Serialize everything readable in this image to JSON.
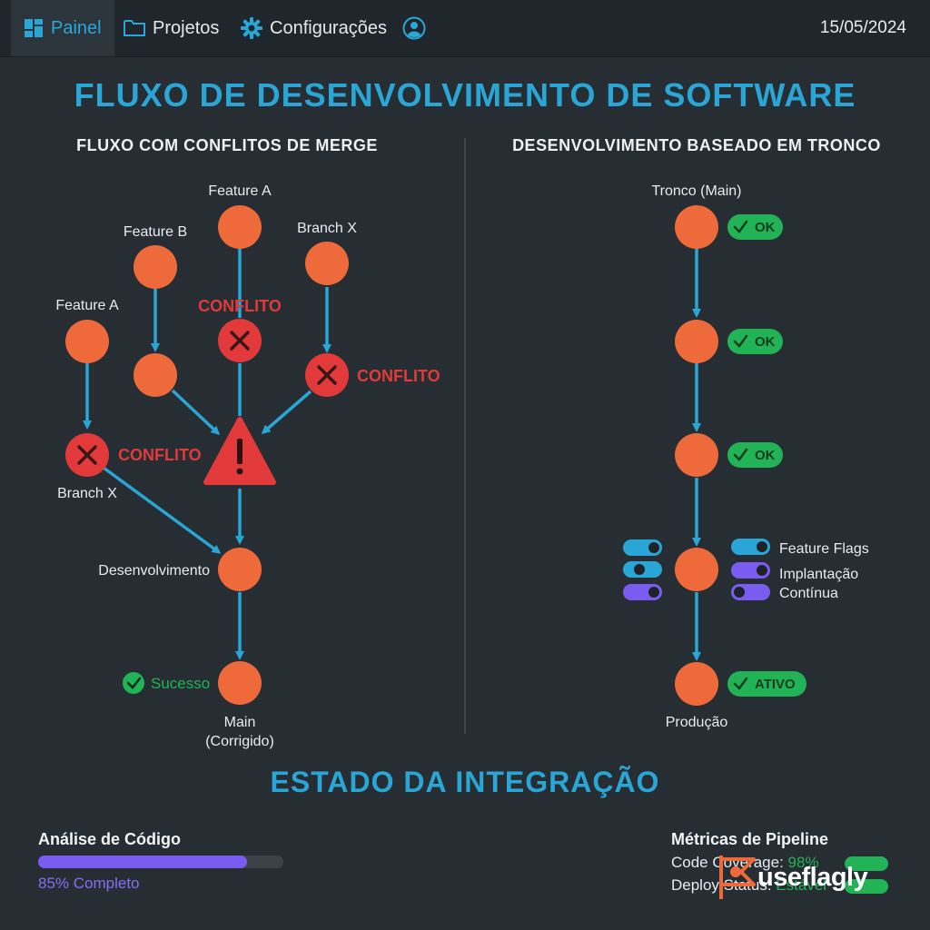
{
  "nav": {
    "items": [
      {
        "label": "Painel",
        "icon": "dashboard-icon",
        "active": true
      },
      {
        "label": "Projetos",
        "icon": "folder-icon"
      },
      {
        "label": "Configurações",
        "icon": "gear-icon"
      },
      {
        "label": "",
        "icon": "user-icon"
      }
    ],
    "date": "15/05/2024"
  },
  "title": "FLUXO DE DESENVOLVIMENTO DE SOFTWARE",
  "left": {
    "heading": "FLUXO COM CONFLITOS DE MERGE",
    "labels": {
      "feature_a_top": "Feature A",
      "feature_b": "Feature B",
      "branch_x_top": "Branch X",
      "feature_a_left": "Feature A",
      "branch_x_bottom": "Branch X",
      "desenvolvimento": "Desenvolvimento",
      "main_line1": "Main",
      "main_line2": "(Corrigido)"
    },
    "conflicts": [
      "CONFLITO",
      "CONFLITO",
      "CONFLITO"
    ],
    "success": "Sucesso"
  },
  "right": {
    "heading": "DESENVOLVIMENTO BASEADO EM TRONCO",
    "trunk_label": "Tronco (Main)",
    "badges": [
      "OK",
      "OK",
      "OK",
      "ATIVO"
    ],
    "flags": [
      "Feature Flags",
      "Implantação",
      "Contínua"
    ],
    "production": "Produção"
  },
  "integration": {
    "heading": "ESTADO DA INTEGRAÇÃO",
    "analysis": {
      "title": "Análise de Código",
      "progress": 0.85,
      "status": "85% Completo"
    },
    "pipeline": {
      "title": "Métricas de Pipeline",
      "code_coverage_label": "Code Coverage:",
      "code_coverage_value": "98%",
      "deploy_label": "Deploy Status:",
      "deploy_value": "Estável"
    }
  },
  "watermark": {
    "text_a": "use",
    "text_b": "flagly"
  },
  "colors": {
    "node": "#ef6a3a",
    "arrow": "#2aa6d6",
    "conflict": "#e23a3a",
    "ok": "#22b356",
    "toggle_blue": "#2aa6d6",
    "toggle_purple": "#7a5cf0",
    "background": "#262d33"
  }
}
